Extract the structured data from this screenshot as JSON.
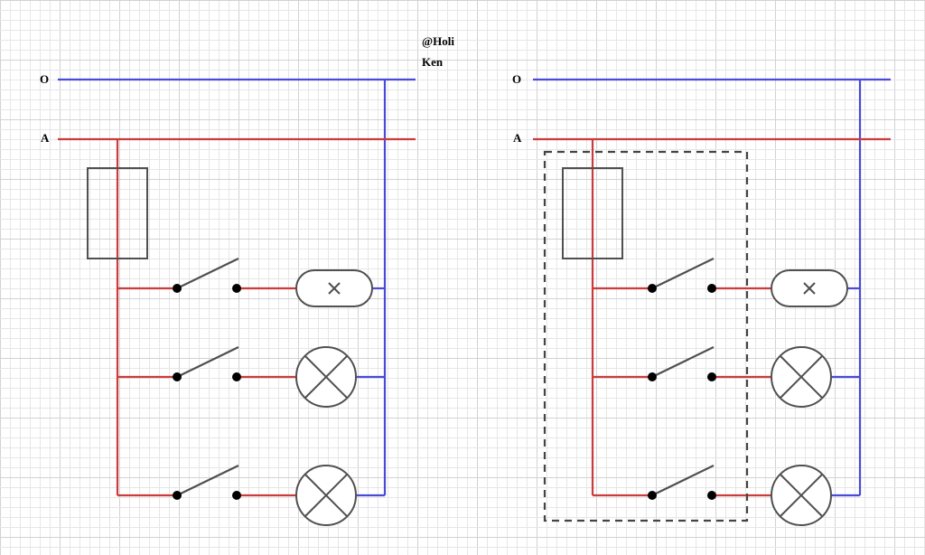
{
  "watermark": {
    "line1": "@Holi",
    "line2": "Ken"
  },
  "left_diagram": {
    "line_o_label": "O",
    "line_a_label": "A"
  },
  "right_diagram": {
    "line_o_label": "O",
    "line_a_label": "A"
  },
  "colors": {
    "line_o": "#4a4ad8",
    "line_a": "#cc3b3b",
    "component": "#505050",
    "node": "#000000",
    "grid_minor": "#e6e6e6",
    "grid_major": "#d2d2d2",
    "dashed_box": "#444444"
  },
  "components": {
    "branches": [
      "indicator-lamp",
      "lamp",
      "lamp"
    ],
    "switch_count": 3,
    "fuse_count": 1
  }
}
